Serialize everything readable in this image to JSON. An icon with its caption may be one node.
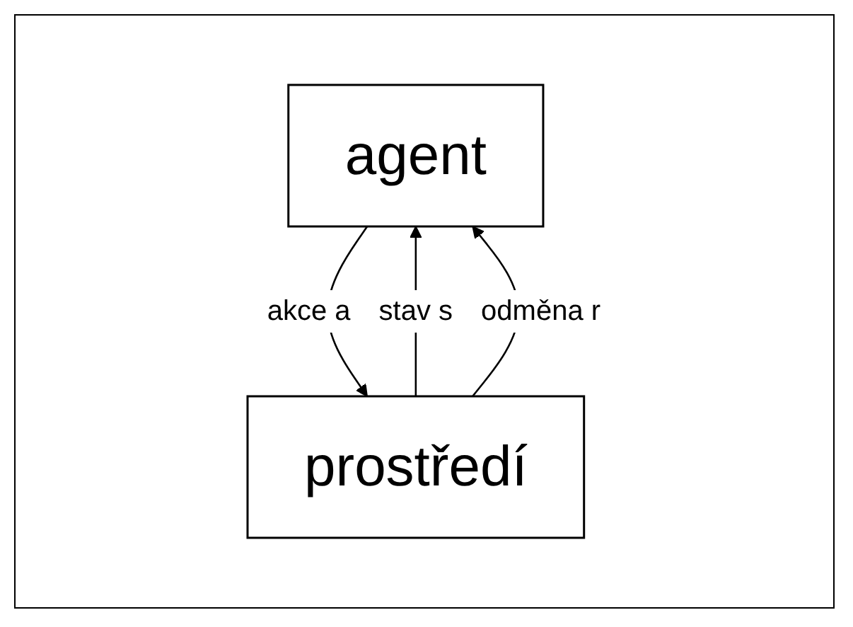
{
  "diagram": {
    "nodes": [
      {
        "text": [
          "agent"
        ]
      },
      {
        "text": [
          "prostředí"
        ]
      }
    ],
    "edges": [
      {
        "from": 1,
        "to": 0,
        "label": "stav s",
        "arrow": "to"
      },
      {
        "from": 1,
        "to": 0,
        "label": "odměna r",
        "arrow": "to"
      },
      {
        "from": 0,
        "to": 1,
        "label": "akce a",
        "arrow": "to"
      }
    ]
  }
}
